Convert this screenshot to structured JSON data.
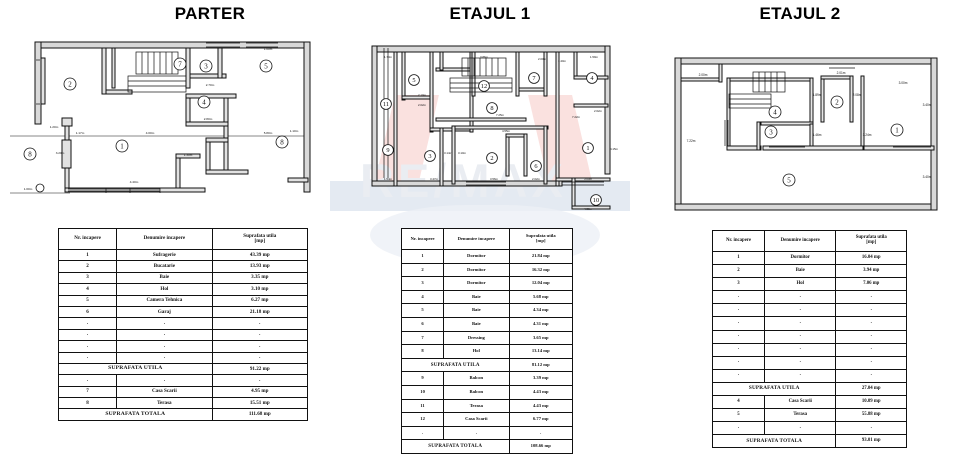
{
  "document": {
    "type": "architectural-floor-plan-sheet",
    "watermark_text": "RE/MAX"
  },
  "floors": [
    {
      "title": "PARTER",
      "plan_room_numbers": [
        "1",
        "2",
        "3",
        "4",
        "5",
        "7",
        "8",
        "8"
      ],
      "table": {
        "headers": [
          "Nr. incapere",
          "Denumire incapere",
          "Suprafata utila\n[mp]"
        ],
        "header_col1": "Nr. incapere",
        "header_col2": "Denumire incapere",
        "header_col3_line1": "Suprafata utila",
        "header_col3_line2": "[mp]",
        "rows": [
          {
            "nr": "1",
            "name": "Sufragerie",
            "area": "43.39 mp"
          },
          {
            "nr": "2",
            "name": "Bucatarie",
            "area": "13.93 mp"
          },
          {
            "nr": "3",
            "name": "Baie",
            "area": "3.35 mp"
          },
          {
            "nr": "4",
            "name": "Hol",
            "area": "3.10 mp"
          },
          {
            "nr": "5",
            "name": "Camera Tehnica",
            "area": "6.27 mp"
          },
          {
            "nr": "6",
            "name": "Garaj",
            "area": "21.18 mp"
          }
        ],
        "empty_rows": 4,
        "subtotal_label": "SUPRAFATA UTILA",
        "subtotal_value": "91.22 mp",
        "extra_rows": [
          {
            "nr": "7",
            "name": "Casa Scarii",
            "area": "4.95 mp"
          },
          {
            "nr": "8",
            "name": "Terasa",
            "area": "15.51 mp"
          }
        ],
        "total_label": "SUPRAFATA TOTALA",
        "total_value": "111.68 mp"
      }
    },
    {
      "title": "ETAJUL 1",
      "plan_room_numbers": [
        "1",
        "2",
        "3",
        "4",
        "5",
        "6",
        "7",
        "8",
        "9",
        "10",
        "11",
        "12"
      ],
      "table": {
        "header_col1": "Nr. incapere",
        "header_col2": "Denumire incapere",
        "header_col3_line1": "Suprafata utila",
        "header_col3_line2": "[mp]",
        "rows": [
          {
            "nr": "1",
            "name": "Dormitor",
            "area": "21.84 mp"
          },
          {
            "nr": "2",
            "name": "Dormitor",
            "area": "16.32 mp"
          },
          {
            "nr": "3",
            "name": "Dormitor",
            "area": "12.04 mp"
          },
          {
            "nr": "4",
            "name": "Baie",
            "area": "5.68 mp"
          },
          {
            "nr": "5",
            "name": "Baie",
            "area": "4.34 mp"
          },
          {
            "nr": "6",
            "name": "Baie",
            "area": "4.31 mp"
          },
          {
            "nr": "7",
            "name": "Dressing",
            "area": "3.65 mp"
          },
          {
            "nr": "8",
            "name": "Hol",
            "area": "13.14 mp"
          }
        ],
        "empty_rows": 0,
        "subtotal_label": "SUPRAFATA UTILA",
        "subtotal_value": "81.12 mp",
        "extra_rows": [
          {
            "nr": "9",
            "name": "Balcon",
            "area": "3.39 mp"
          },
          {
            "nr": "10",
            "name": "Balcon",
            "area": "4.43 mp"
          },
          {
            "nr": "11",
            "name": "Terasa",
            "area": "4.43 mp"
          },
          {
            "nr": "12",
            "name": "Casa Scarii",
            "area": "6.77 mp"
          }
        ],
        "total_label": "SUPRAFATA TOTALA",
        "total_value": "108.66 mp"
      }
    },
    {
      "title": "ETAJUL 2",
      "plan_room_numbers": [
        "1",
        "2",
        "3",
        "4",
        "5"
      ],
      "table": {
        "header_col1": "Nr. incapere",
        "header_col2": "Denumire incapere",
        "header_col3_line1": "Suprafata utila",
        "header_col3_line2": "[mp]",
        "rows": [
          {
            "nr": "1",
            "name": "Dormitor",
            "area": "16.04 mp"
          },
          {
            "nr": "2",
            "name": "Baie",
            "area": "3.94 mp"
          },
          {
            "nr": "3",
            "name": "Hol",
            "area": "7.06 mp"
          }
        ],
        "empty_rows": 7,
        "subtotal_label": "SUPRAFATA UTILA",
        "subtotal_value": "27.04 mp",
        "extra_rows": [
          {
            "nr": "4",
            "name": "Casa Scarii",
            "area": "10.09 mp"
          },
          {
            "nr": "5",
            "name": "Terasa",
            "area": "55.88 mp"
          }
        ],
        "total_label": "SUPRAFATA TOTALA",
        "total_value": "93.01 mp"
      }
    }
  ],
  "plan_dimension_labels": {
    "parter": [
      "1.17m",
      "4.00m",
      "5.80m",
      "1.00m",
      "2.70m",
      "1.20m",
      "2.80m",
      "1.00m",
      "3.20m",
      "1.65m",
      "1.30m",
      "3.40m"
    ],
    "etaj1": [
      "1.70m",
      "2.10m",
      "2.02m",
      "3.86m",
      "2.00m",
      "1.40m",
      "2.62m",
      "7.25m",
      "4.55m",
      "3.14m",
      "3.10m",
      "3.47m",
      "3.56m",
      "2.02m",
      "3.00m",
      "1.54m",
      "4.30m",
      "7.22m",
      "4.15m"
    ],
    "etaj2": [
      "2.00m",
      "2.01m",
      "3.00m",
      "1.89m",
      "2.08m",
      "3.40m",
      "1.46m",
      "1.24m",
      "7.22m",
      "3.44m"
    ]
  }
}
